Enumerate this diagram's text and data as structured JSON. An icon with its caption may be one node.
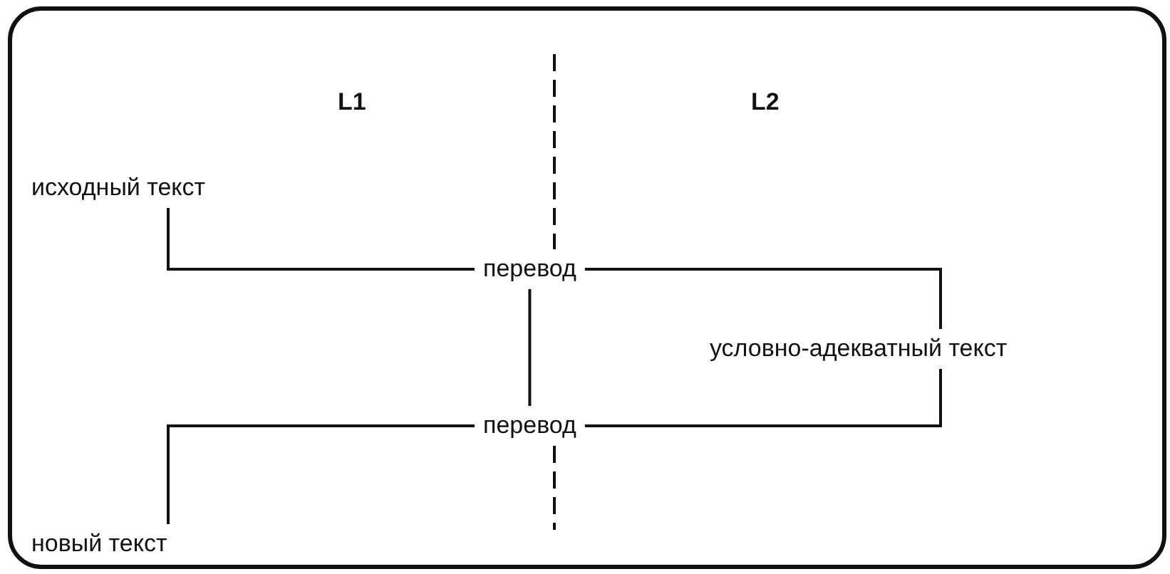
{
  "diagram": {
    "nodes": [
      {
        "text": [
          "исходный текст"
        ]
      },
      {
        "text": [
          "перевод"
        ]
      },
      {
        "text": [
          "условно-адекватный текст"
        ]
      },
      {
        "text": [
          "перевод"
        ]
      },
      {
        "text": [
          "новый текст"
        ]
      }
    ],
    "edges": [
      {
        "from": 0,
        "to": 1,
        "arrow": "none"
      },
      {
        "from": 1,
        "to": 2,
        "arrow": "none"
      },
      {
        "from": 2,
        "to": 3,
        "arrow": "none"
      },
      {
        "from": 3,
        "to": 4,
        "arrow": "none"
      },
      {
        "from": 1,
        "to": 3,
        "arrow": "none"
      }
    ],
    "labels": [
      "L1",
      "L2"
    ]
  }
}
